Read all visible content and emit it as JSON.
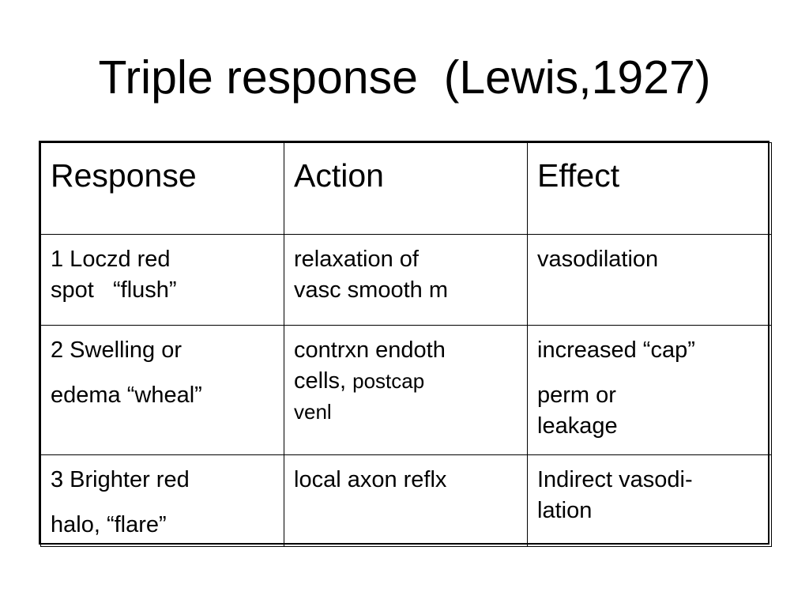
{
  "title": "Triple response  (Lewis,1927)",
  "table": {
    "headers": [
      "Response",
      "Action",
      "Effect"
    ],
    "rows": [
      {
        "response": [
          "1 Loczd red",
          "spot   “flush”"
        ],
        "action": [
          "relaxation of",
          "vasc smooth m"
        ],
        "effect": [
          "vasodilation"
        ]
      },
      {
        "response": [
          "2 Swelling or",
          "edema “wheal”"
        ],
        "action": [
          "contrxn endoth",
          "cells,",
          "postcap",
          "venl"
        ],
        "effect": [
          "increased “cap”",
          "perm or",
          "leakage"
        ]
      },
      {
        "response": [
          "3 Brighter red",
          "halo, “flare”"
        ],
        "action": [
          "local axon reflx"
        ],
        "effect": [
          "Indirect vasodi-",
          "lation"
        ]
      }
    ]
  }
}
